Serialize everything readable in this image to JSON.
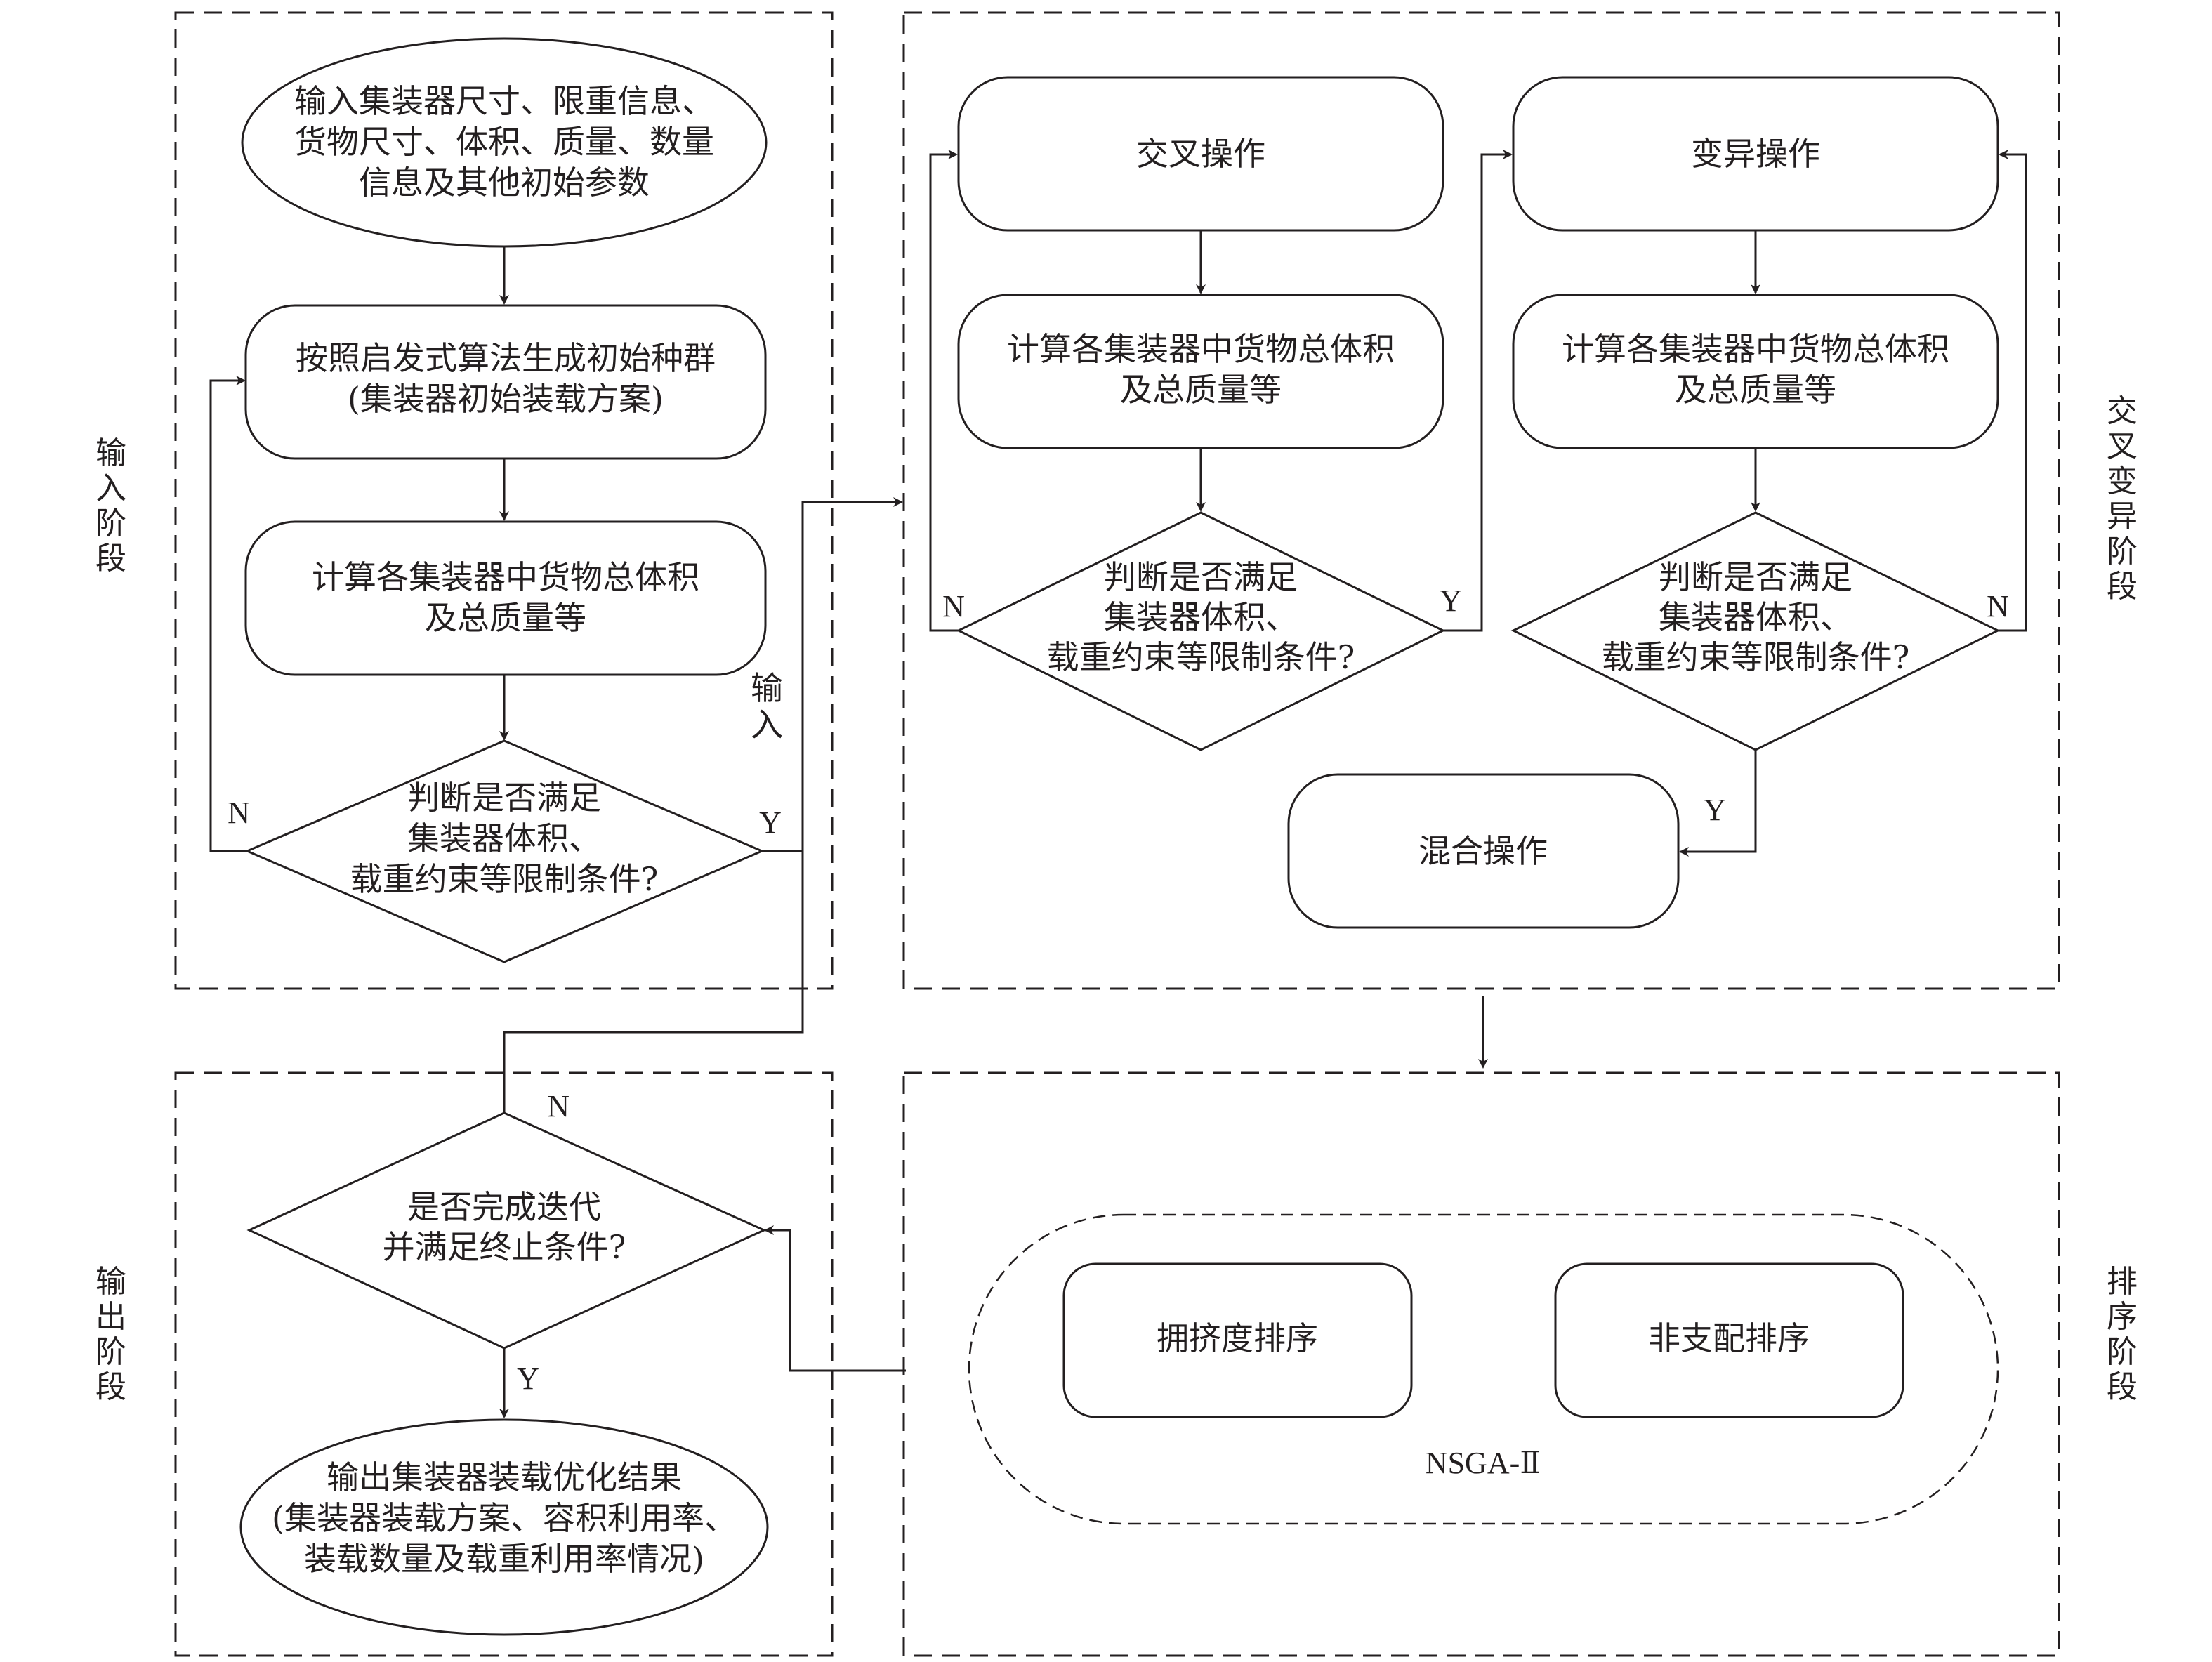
{
  "stages": {
    "input": [
      "输",
      "入",
      "阶",
      "段"
    ],
    "crossover_mutation": [
      "交",
      "叉",
      "变",
      "异",
      "阶",
      "段"
    ],
    "output": [
      "输",
      "出",
      "阶",
      "段"
    ],
    "sorting": [
      "排",
      "序",
      "阶",
      "段"
    ]
  },
  "input_stage": {
    "start": [
      "输入集装器尺寸、限重信息、",
      "货物尺寸、体积、质量、数量",
      "信息及其他初始参数"
    ],
    "init_population": [
      "按照启发式算法生成初始种群",
      "(集装器初始装载方案)"
    ],
    "calc": [
      "计算各集装器中货物总体积",
      "及总质量等"
    ],
    "check": [
      "判断是否满足",
      "集装器体积、",
      "载重约束等限制条件?"
    ],
    "no_label": "N",
    "yes_label": "Y",
    "input_label": [
      "输",
      "入"
    ]
  },
  "crossover_stage": {
    "crossover": "交叉操作",
    "crossover_calc": [
      "计算各集装器中货物总体积",
      "及总质量等"
    ],
    "crossover_check": [
      "判断是否满足",
      "集装器体积、",
      "载重约束等限制条件?"
    ],
    "mutation": "变异操作",
    "mutation_calc": [
      "计算各集装器中货物总体积",
      "及总质量等"
    ],
    "mutation_check": [
      "判断是否满足",
      "集装器体积、",
      "载重约束等限制条件?"
    ],
    "mix": "混合操作",
    "left_no": "N",
    "left_yes": "Y",
    "right_no": "N",
    "right_yes": "Y"
  },
  "sorting_stage": {
    "crowding": "拥挤度排序",
    "nondominated": "非支配排序",
    "nsga": "NSGA-Ⅱ"
  },
  "output_stage": {
    "check": [
      "是否完成迭代",
      "并满足终止条件?"
    ],
    "no_label": "N",
    "yes_label": "Y",
    "result": [
      "输出集装器装载优化结果",
      "(集装器装载方案、容积利用率、",
      "装载数量及载重利用率情况)"
    ]
  }
}
